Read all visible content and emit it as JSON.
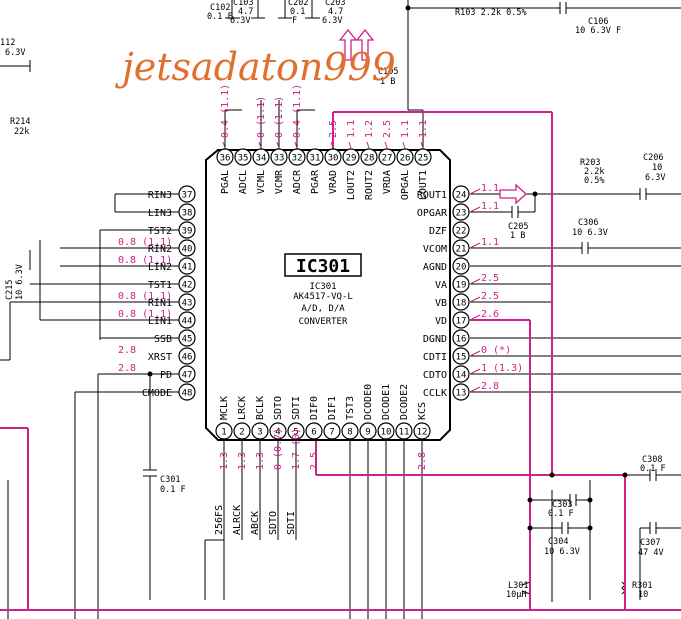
{
  "watermark": "jetsadaton999",
  "ic": {
    "label": "IC301",
    "sub1": "IC301",
    "sub2": "AK4517-VQ-L",
    "sub3": "A/D, D/A",
    "sub4": "CONVERTER"
  },
  "top_parts": {
    "c102a": "C102",
    "c102b": "0.1 F",
    "c103a": "C103",
    "c103b": "4.7",
    "c103c": "6.3V",
    "c202a": "C202",
    "c202b": "0.1",
    "c202c": "F",
    "c203a": "C203",
    "c203b": "4.7",
    "c203c": "6.3V",
    "r103": "R103 2.2k 0.5%",
    "c106a": "C106",
    "c106b": "10 6.3V F",
    "c105a": "C105",
    "c105b": "1 B"
  },
  "left_parts": {
    "c112a": "112",
    "c112b": "6.3V",
    "r214a": "R214",
    "r214b": "22k",
    "c215a": "C215",
    "c215b": "10 6.3V",
    "c301a": "C301",
    "c301b": "0.1 F"
  },
  "right_parts": {
    "r203a": "R203",
    "r203b": "2.2k",
    "r203c": "0.5%",
    "c206a": "C206",
    "c206b": "10",
    "c206c": "6.3V",
    "c306a": "C306",
    "c306b": "10 6.3V",
    "c205a": "C205",
    "c205b": "1 B",
    "c308a": "C308",
    "c308b": "0.1 F",
    "c303a": "C303",
    "c303b": "0.1 F",
    "c304a": "C304",
    "c304b": "10 6.3V",
    "c307a": "C307",
    "c307b": "47 4V",
    "l301a": "L301",
    "l301b": "10μH",
    "r301a": "R301",
    "r301b": "10"
  },
  "pins_top": [
    {
      "num": "36",
      "name": "PGAL",
      "v": "0.4 (1.1)"
    },
    {
      "num": "35",
      "name": "ADCL",
      "v": ""
    },
    {
      "num": "34",
      "name": "VCML",
      "v": "0 (1.1)"
    },
    {
      "num": "33",
      "name": "VCMR",
      "v": "0 (1.1)"
    },
    {
      "num": "32",
      "name": "ADCR",
      "v": "0.4 (1.1)"
    },
    {
      "num": "31",
      "name": "PGAR",
      "v": ""
    },
    {
      "num": "30",
      "name": "VRAD",
      "v": "2.5"
    },
    {
      "num": "29",
      "name": "LOUT2",
      "v": "1.1"
    },
    {
      "num": "28",
      "name": "ROUT2",
      "v": "1.2"
    },
    {
      "num": "27",
      "name": "VRDA",
      "v": "2.5"
    },
    {
      "num": "26",
      "name": "OPGAL",
      "v": "1.1"
    },
    {
      "num": "25",
      "name": "LOUT1",
      "v": "1.1"
    }
  ],
  "pins_left": [
    {
      "num": "37",
      "name": "RIN3",
      "v": ""
    },
    {
      "num": "38",
      "name": "LIN3",
      "v": ""
    },
    {
      "num": "39",
      "name": "TST2",
      "v": ""
    },
    {
      "num": "40",
      "name": "RIN2",
      "v": "0.8 (1.1)"
    },
    {
      "num": "41",
      "name": "LIN2",
      "v": "0.8 (1.1)"
    },
    {
      "num": "42",
      "name": "TST1",
      "v": ""
    },
    {
      "num": "43",
      "name": "RIN1",
      "v": "0.8 (1.1)"
    },
    {
      "num": "44",
      "name": "LIN1",
      "v": "0.8 (1.1)"
    },
    {
      "num": "45",
      "name": "SSB",
      "v": ""
    },
    {
      "num": "46",
      "name": "XRST",
      "v": "2.8"
    },
    {
      "num": "47",
      "name": "PD",
      "v": "2.8"
    },
    {
      "num": "48",
      "name": "CMODE",
      "v": ""
    }
  ],
  "pins_right": [
    {
      "num": "24",
      "name": "ROUT1",
      "v": "1.1"
    },
    {
      "num": "23",
      "name": "OPGAR",
      "v": "1.1"
    },
    {
      "num": "22",
      "name": "DZF",
      "v": ""
    },
    {
      "num": "21",
      "name": "VCOM",
      "v": "1.1"
    },
    {
      "num": "20",
      "name": "AGND",
      "v": ""
    },
    {
      "num": "19",
      "name": "VA",
      "v": "2.5"
    },
    {
      "num": "18",
      "name": "VB",
      "v": "2.5"
    },
    {
      "num": "17",
      "name": "VD",
      "v": "2.6"
    },
    {
      "num": "16",
      "name": "DGND",
      "v": ""
    },
    {
      "num": "15",
      "name": "CDTI",
      "v": "0 (*)"
    },
    {
      "num": "14",
      "name": "CDTO",
      "v": "1 (1.3)"
    },
    {
      "num": "13",
      "name": "CCLK",
      "v": "2.8"
    }
  ],
  "pins_bottom": [
    {
      "num": "1",
      "name": "MCLK",
      "v": "1.3"
    },
    {
      "num": "2",
      "name": "LRCK",
      "v": "1.3"
    },
    {
      "num": "3",
      "name": "BCLK",
      "v": "1.3"
    },
    {
      "num": "4",
      "name": "SDTO",
      "v": "0 (0.7)"
    },
    {
      "num": "5",
      "name": "SDTI",
      "v": "1.7 (0)"
    },
    {
      "num": "6",
      "name": "DIF0",
      "v": "2.5"
    },
    {
      "num": "7",
      "name": "DIF1",
      "v": ""
    },
    {
      "num": "8",
      "name": "TST3",
      "v": ""
    },
    {
      "num": "9",
      "name": "DCODE0",
      "v": ""
    },
    {
      "num": "10",
      "name": "DCODE1",
      "v": ""
    },
    {
      "num": "11",
      "name": "DCODE2",
      "v": ""
    },
    {
      "num": "12",
      "name": "KCS",
      "v": "2.8"
    }
  ],
  "bus_labels": [
    "256FS",
    "ALRCK",
    "ABCK",
    "SDTO",
    "SDTI"
  ]
}
